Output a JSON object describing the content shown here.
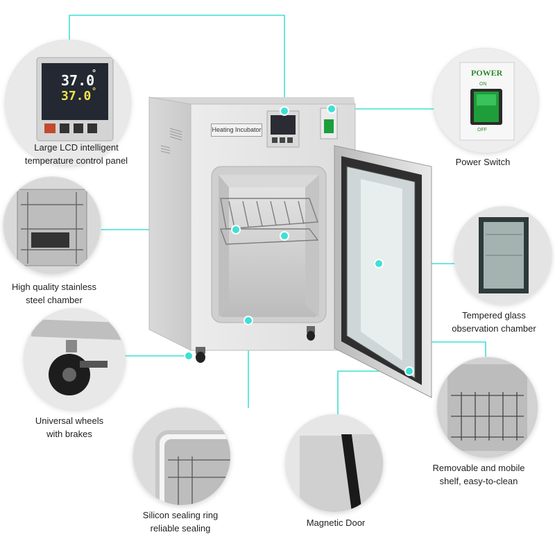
{
  "device": {
    "front_label": "Heating Incubator"
  },
  "lcd": {
    "pv_value": "37.0",
    "sv_value": "37.0",
    "degree_symbol": "°"
  },
  "power_panel": {
    "title": "POWER",
    "on_label": "ON",
    "off_label": "OFF"
  },
  "features": [
    {
      "id": "lcd-panel",
      "lines": [
        "Large LCD intelligent",
        "temperature control panel"
      ],
      "icon": "lcd-panel-icon"
    },
    {
      "id": "power-switch",
      "lines": [
        "Power Switch"
      ],
      "icon": "power-switch-icon"
    },
    {
      "id": "stainless-chamber",
      "lines": [
        "High quality stainless",
        "steel chamber"
      ],
      "icon": "chamber-icon"
    },
    {
      "id": "glass-chamber",
      "lines": [
        "Tempered glass",
        "observation chamber"
      ],
      "icon": "glass-window-icon"
    },
    {
      "id": "wheels",
      "lines": [
        "Universal wheels",
        "with brakes"
      ],
      "icon": "caster-wheel-icon"
    },
    {
      "id": "shelf",
      "lines": [
        "Removable and mobile",
        "shelf, easy-to-clean"
      ],
      "icon": "shelf-icon"
    },
    {
      "id": "sealing-ring",
      "lines": [
        "Silicon sealing ring",
        "reliable sealing"
      ],
      "icon": "sealing-ring-icon"
    },
    {
      "id": "magnetic-door",
      "lines": [
        "Magnetic Door"
      ],
      "icon": "magnetic-door-icon"
    }
  ],
  "colors": {
    "accent": "#3fe0d6",
    "cabinet": "#e4e4e4",
    "lcd_pv": "#ffffff",
    "lcd_sv": "#f2e14a",
    "switch_green": "#1e9e3a"
  }
}
